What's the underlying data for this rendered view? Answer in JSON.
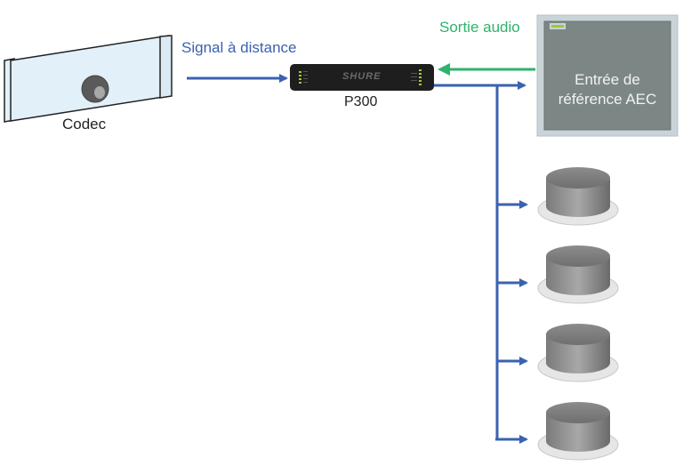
{
  "colors": {
    "blue": "#3a62b0",
    "green": "#2db36c",
    "codec_face": "#e2f0fa",
    "p300_body": "#1e1e1e",
    "aec_face": "#7c8785",
    "aec_border": "#c9d4d8",
    "led": "#9acd32"
  },
  "labels": {
    "signal_remote": "Signal à distance",
    "audio_out": "Sortie audio",
    "codec": "Codec",
    "p300": "P300",
    "p300_brand": "SHURE",
    "aec_line1": "Entrée de",
    "aec_line2": "référence AEC"
  },
  "devices": {
    "codec": {
      "icon": "camera-codec-icon"
    },
    "p300": {
      "icon": "audio-processor-icon"
    },
    "aec": {
      "icon": "aec-reference-device-icon"
    },
    "speakers": [
      {
        "icon": "ceiling-speaker-icon"
      },
      {
        "icon": "ceiling-speaker-icon"
      },
      {
        "icon": "ceiling-speaker-icon"
      },
      {
        "icon": "ceiling-speaker-icon"
      }
    ]
  }
}
